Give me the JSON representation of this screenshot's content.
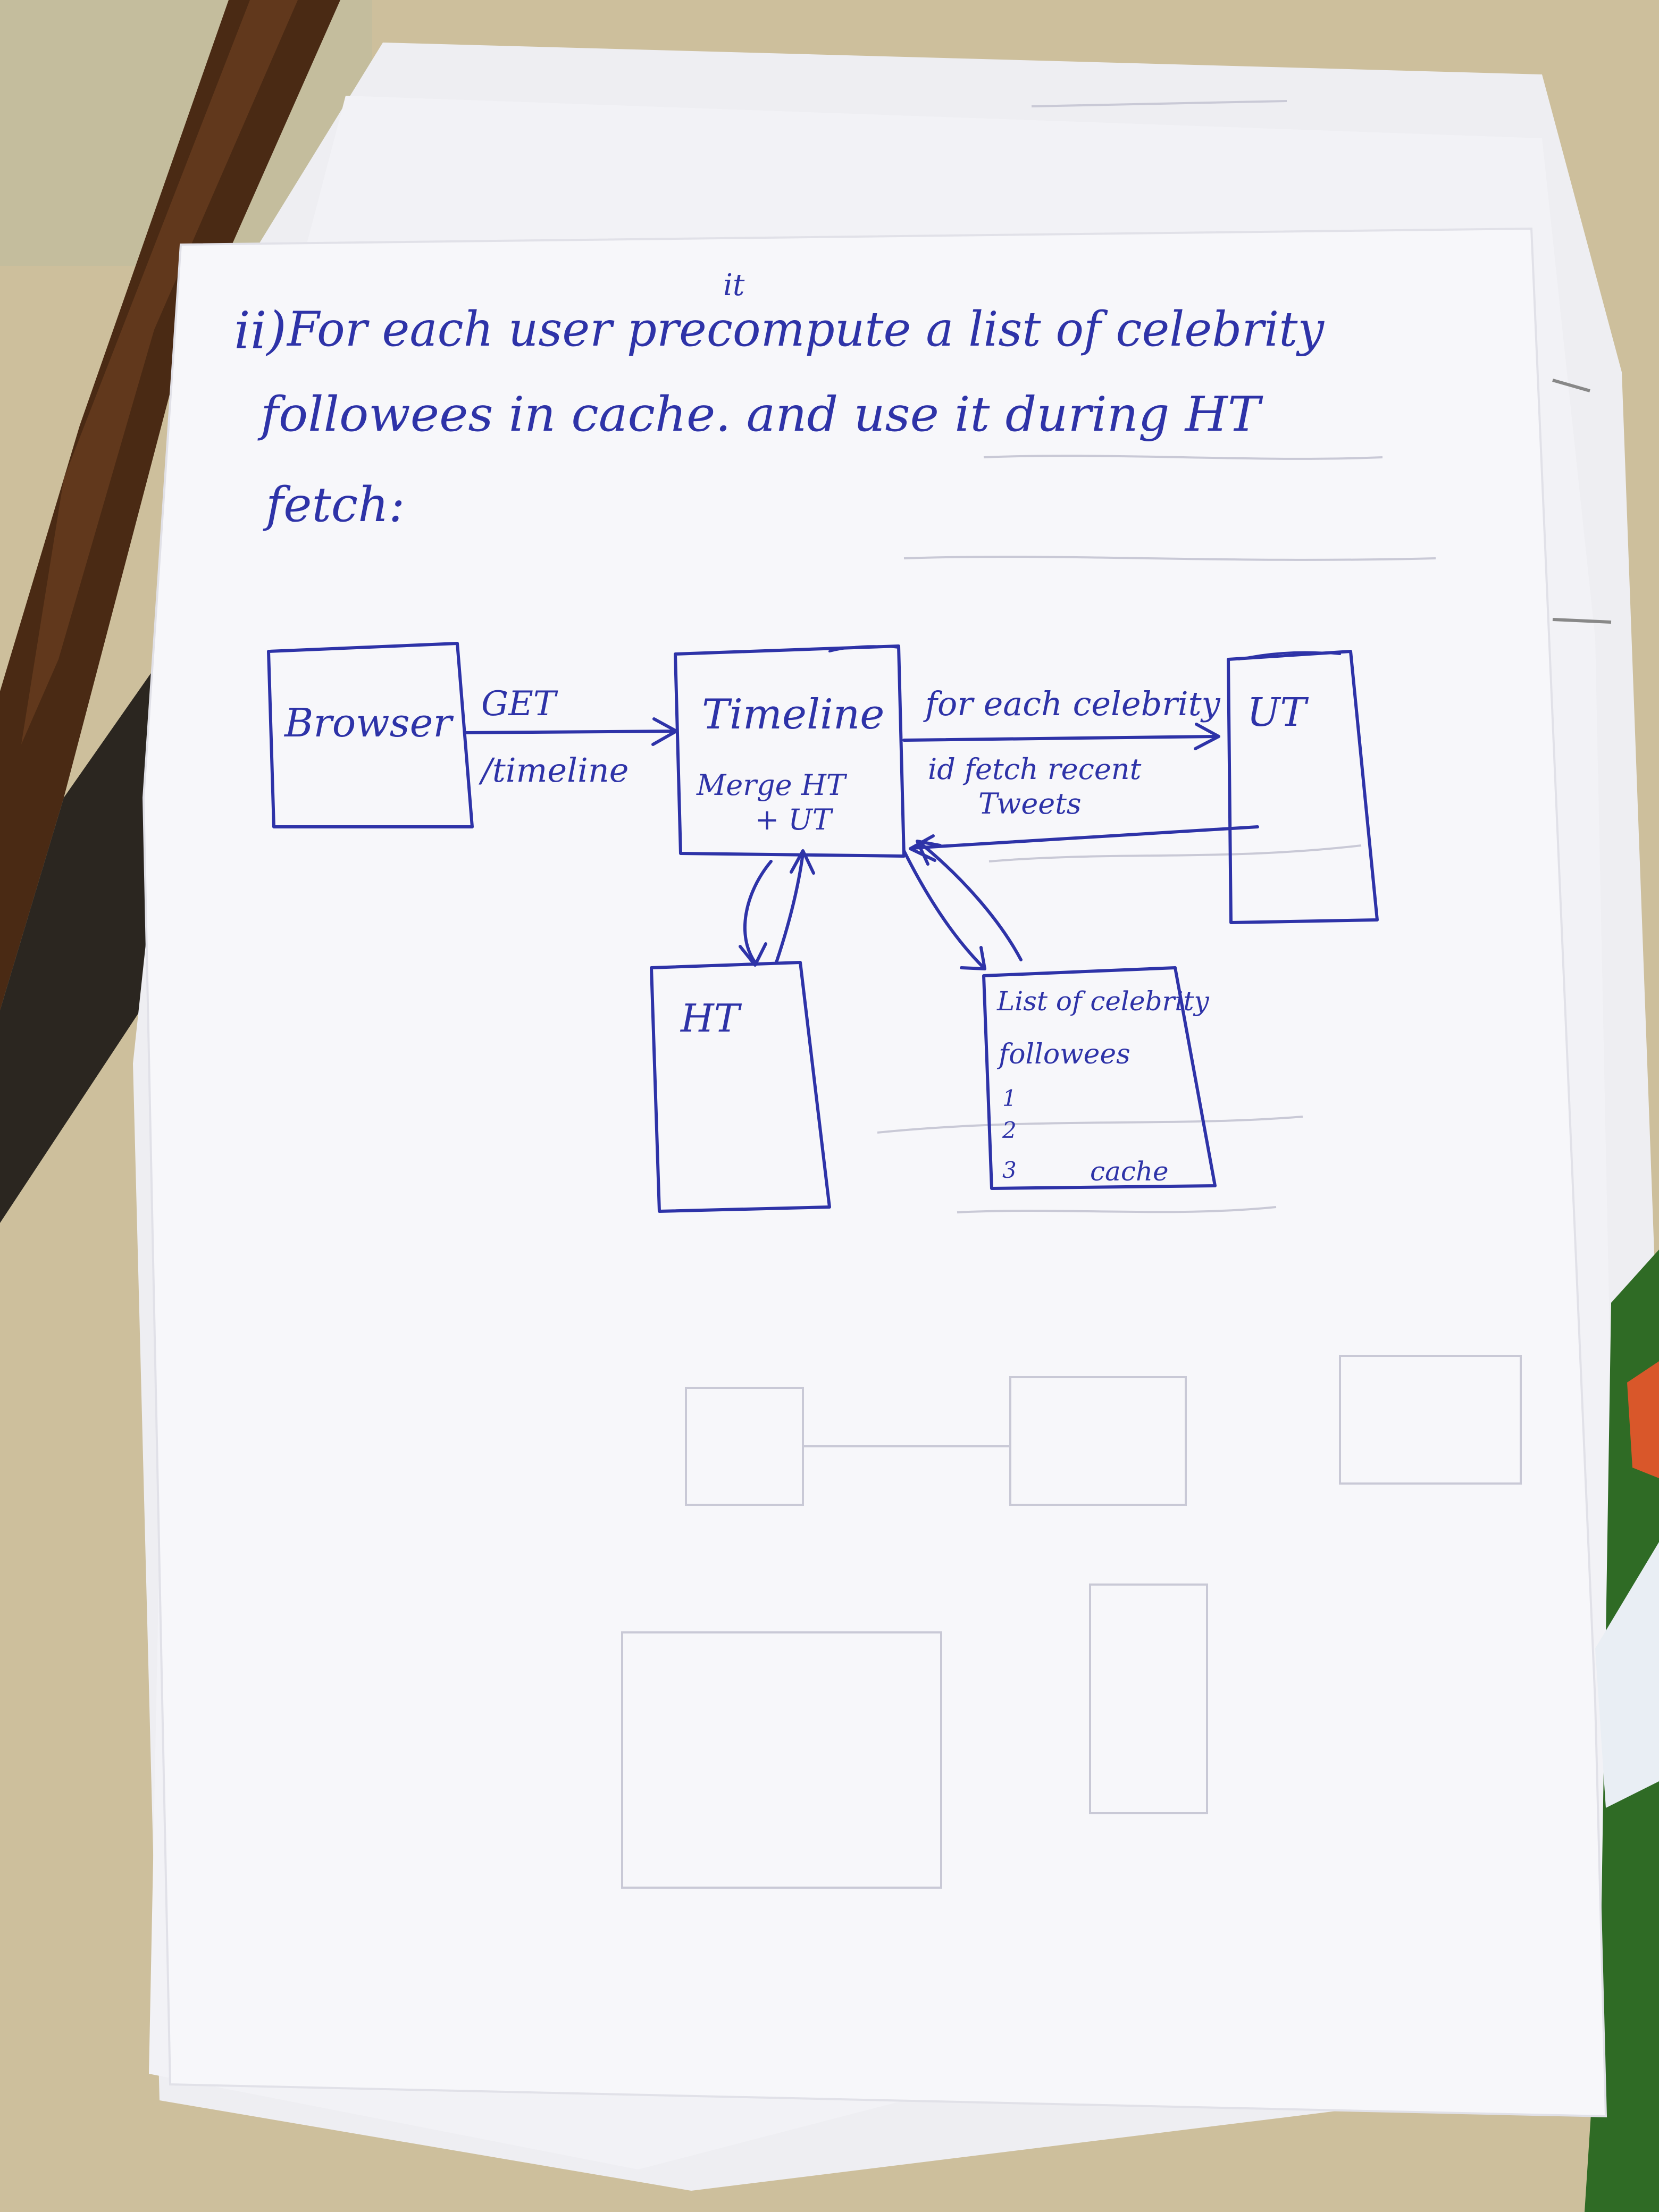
{
  "note": {
    "line1_number": "ii)",
    "line1": "For each user precompute a list of celebrity",
    "line1_insert": "it",
    "line2": "followees in cache. and use it during HT",
    "line3": "fetch:"
  },
  "diagram": {
    "browser": "Browser",
    "get_label": "GET",
    "timeline_path": "/timeline",
    "timeline": "Timeline",
    "timeline_note_1": "Merge HT",
    "timeline_note_2": "+ UT",
    "for_each_label": "for each celebrity",
    "id_fetch_1": "id fetch recent",
    "id_fetch_2": "Tweets",
    "ut": "UT",
    "ht": "HT",
    "list_title": "List of celebrity",
    "list_sub": "followees",
    "list_items": [
      "1",
      "2",
      "3"
    ],
    "cache_label": "cache"
  },
  "colors": {
    "ink": "#2e33a8",
    "paper": "#f7f7fa",
    "desk": "#cdbf9c",
    "wood": "#4a2a14"
  }
}
